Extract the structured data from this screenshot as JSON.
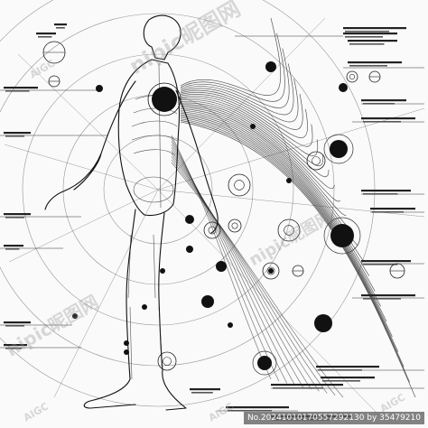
{
  "image": {
    "subject": "human-anatomy-diagram",
    "colors": {
      "background": "#fafafa",
      "ink": "#111111",
      "line": "#2a2a2a",
      "watermark": "#9a9a9a"
    }
  },
  "watermark": {
    "logo_text": "nipic昵图网",
    "aigc": "AIGC",
    "stock_id": "No.20241010170557292130 by 35479210"
  }
}
